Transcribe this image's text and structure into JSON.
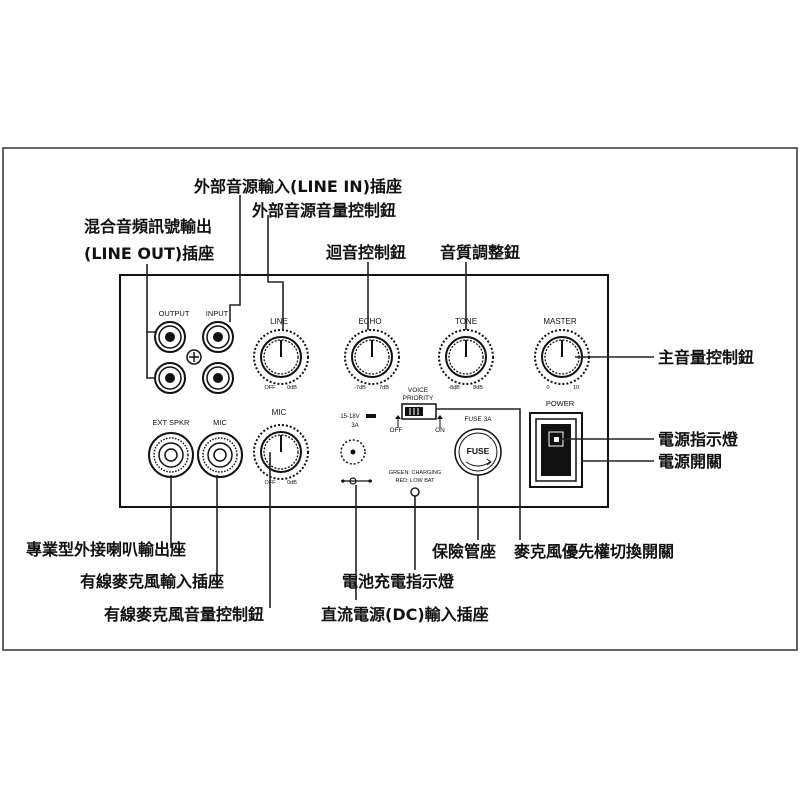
{
  "callouts": {
    "line_in_jack": "外部音源輸入(LINE IN)插座",
    "line_volume": "外部音源音量控制鈕",
    "line_out_jack_1": "混合音頻訊號輸出",
    "line_out_jack_2": "(LINE OUT)插座",
    "echo_control": "迴音控制鈕",
    "tone_control": "音質調整鈕",
    "master_volume": "主音量控制鈕",
    "power_indicator": "電源指示燈",
    "power_switch": "電源開關",
    "ext_speaker_jack": "專業型外接喇叭輸出座",
    "mic_jack": "有線麥克風輸入插座",
    "mic_volume": "有線麥克風音量控制鈕",
    "dc_jack": "直流電源(DC)輸入插座",
    "charge_indicator": "電池充電指示燈",
    "fuse_holder": "保險管座",
    "voice_priority_switch": "麥克風優先權切換開關"
  },
  "panel": {
    "output": "OUTPUT",
    "input": "INPUT",
    "line": "LINE",
    "echo": "ECHO",
    "tone": "TONE",
    "master": "MASTER",
    "ext_spkr": "EXT SPKR",
    "mic_jack_label": "MIC",
    "mic_knob_label": "MIC",
    "voice": "VOICE",
    "priority": "PRIORITY",
    "off": "OFF",
    "on": "ON",
    "fuse_rating": "FUSE 3A",
    "fuse_cap": "FUSE",
    "power": "POWER",
    "dc_spec_1": "15-18V",
    "dc_spec_2": "3A",
    "charge_green": "GREEN: CHARGING",
    "charge_red": "RED: LOW BAT",
    "line_min": "OFF",
    "line_max": "0dB",
    "mic_min": "OFF",
    "mic_max": "0dB",
    "echo_min": "-7dB",
    "echo_max": "7dB",
    "tone_min": "-8dB",
    "tone_max": "8dB",
    "master_min": "0",
    "master_max": "10"
  }
}
